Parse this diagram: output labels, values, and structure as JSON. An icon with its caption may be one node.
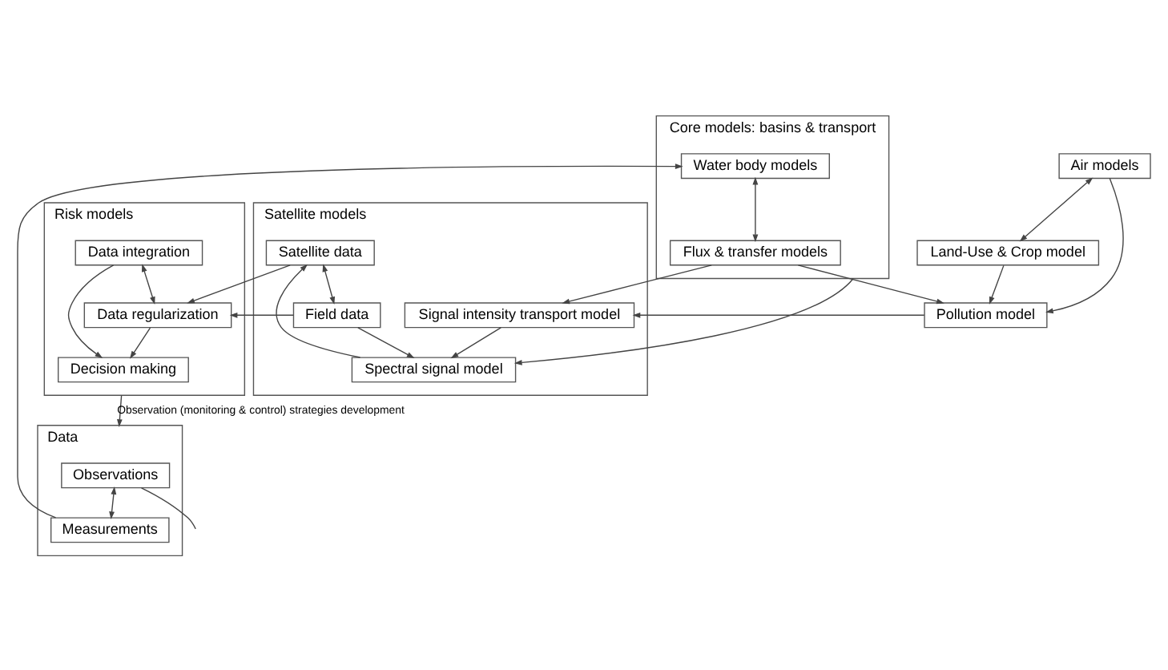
{
  "diagram": {
    "nodes": [
      {
        "text": [
          "Data"
        ]
      },
      {
        "text": [
          "Observations"
        ],
        "in": 0
      },
      {
        "text": [
          "Measurements"
        ],
        "in": 0
      },
      {
        "text": [
          "Risk models"
        ]
      },
      {
        "text": [
          "Decision making"
        ],
        "in": 3
      },
      {
        "text": [
          "Data integration"
        ],
        "in": 3
      },
      {
        "text": [
          "Data regularization"
        ],
        "in": 3
      },
      {
        "text": [
          "Core models: basins & transport"
        ]
      },
      {
        "text": [
          "Water body models"
        ],
        "in": 7
      },
      {
        "text": [
          "Flux & transfer models"
        ],
        "in": 7
      },
      {
        "text": [
          "Satellite models"
        ]
      },
      {
        "text": [
          "Satellite data"
        ],
        "in": 10
      },
      {
        "text": [
          "Field data"
        ],
        "in": 10
      },
      {
        "text": [
          "Spectral signal model"
        ],
        "in": 10
      },
      {
        "text": [
          "Signal intensity transport model"
        ],
        "in": 10
      },
      {
        "text": [
          "Pollution model"
        ]
      },
      {
        "text": [
          "Air models"
        ]
      },
      {
        "text": [
          "Land-Use & Crop model"
        ]
      }
    ],
    "edges": [
      {
        "from": 3,
        "to": 0,
        "arrow": "to",
        "label": "Observation (monitoring & control) strategies development"
      },
      {
        "from": 1,
        "to": 2,
        "arrow": "both"
      },
      {
        "from": 1,
        "to": null,
        "arrow": "none"
      },
      {
        "from": 2,
        "to": 8,
        "arrow": "to"
      },
      {
        "from": 5,
        "to": 4,
        "arrow": "to"
      },
      {
        "from": 6,
        "to": 4,
        "arrow": "to"
      },
      {
        "from": 5,
        "to": 6,
        "arrow": "both"
      },
      {
        "from": 8,
        "to": 9,
        "arrow": "both"
      },
      {
        "from": 11,
        "to": 6,
        "arrow": "to"
      },
      {
        "from": 12,
        "to": 6,
        "arrow": "to"
      },
      {
        "from": 11,
        "to": 12,
        "arrow": "both"
      },
      {
        "from": 13,
        "to": 11,
        "arrow": "to"
      },
      {
        "from": 12,
        "to": 13,
        "arrow": "to"
      },
      {
        "from": 7,
        "to": 13,
        "arrow": "to"
      },
      {
        "from": 9,
        "to": 15,
        "arrow": "to"
      },
      {
        "from": 9,
        "to": 14,
        "arrow": "to"
      },
      {
        "from": 15,
        "to": 14,
        "arrow": "to"
      },
      {
        "from": 14,
        "to": 13,
        "arrow": "to"
      },
      {
        "from": 16,
        "to": 15,
        "arrow": "to"
      },
      {
        "from": 17,
        "to": 15,
        "arrow": "to"
      },
      {
        "from": 16,
        "to": 17,
        "arrow": "both"
      }
    ]
  }
}
